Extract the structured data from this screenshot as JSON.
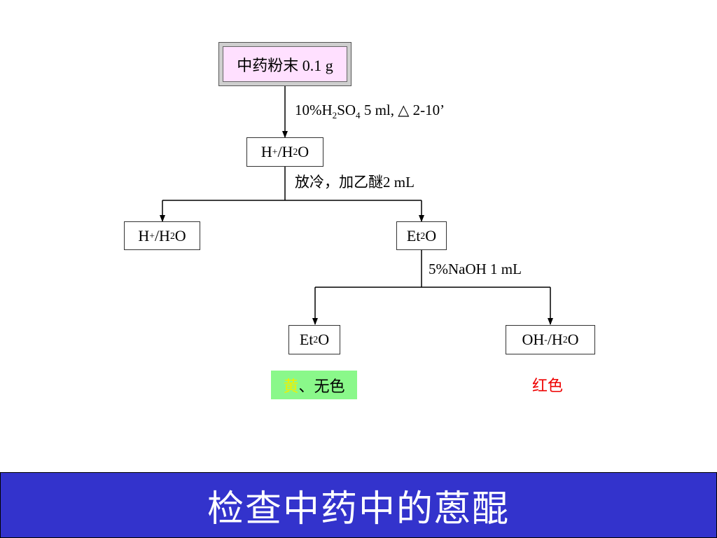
{
  "start_box": {
    "text": "中药粉末 0.1 g"
  },
  "step1": {
    "lead": "10%H",
    "sub1": "2",
    "mid": "SO",
    "sub2": "4",
    "tail": " 5 ml, △ 2-10’"
  },
  "node1": {
    "a": "H",
    "sup": "+",
    "b": "/H",
    "sub": "2",
    "c": "O"
  },
  "step2": {
    "text": "放冷，加乙醚2 mL"
  },
  "node_left": {
    "a": "H",
    "sup": "+",
    "b": "/H",
    "sub": "2",
    "c": "O"
  },
  "node_right": {
    "a": "Et",
    "sub": "2",
    "c": "O"
  },
  "step3": {
    "text": "5%NaOH 1 mL"
  },
  "node_ether": {
    "a": "Et",
    "sub": "2",
    "c": "O"
  },
  "node_alkali": {
    "a": "OH",
    "sup": "-",
    "b": "/H",
    "sub": "2",
    "c": "O"
  },
  "result_ether": {
    "part1": "黄",
    "part2": "、无色",
    "part1_color": "#f0f000",
    "bg_color": "#8af88a"
  },
  "result_alkali": {
    "text": "红色",
    "color": "#ee0000"
  },
  "footer": {
    "title": "检查中药中的蒽醌",
    "bg_color": "#3333cc"
  }
}
